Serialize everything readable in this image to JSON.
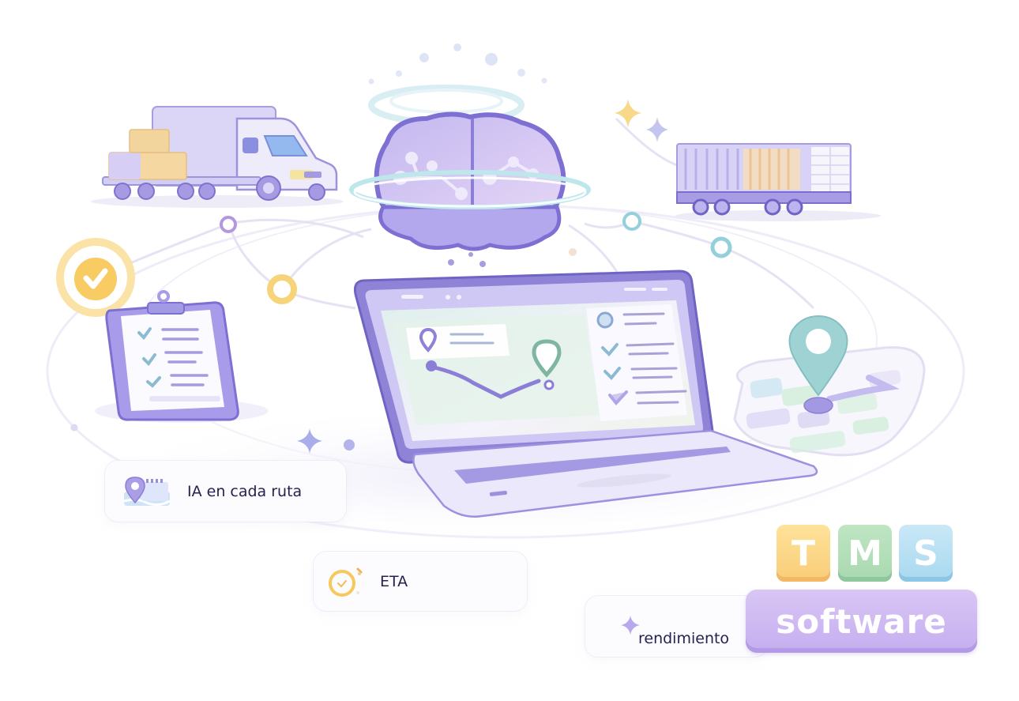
{
  "illustration": {
    "theme": "AI-powered transport management software",
    "palette": {
      "primary_purple": "#8b7fd6",
      "dark_purple": "#6f63c4",
      "light_purple": "#d9d3f5",
      "yellow": "#f6cd6a",
      "teal": "#8fcfd0",
      "green": "#bfe3c6",
      "blue": "#b4dcf0",
      "text_dark": "#24224e"
    },
    "elements": {
      "truck": "delivery-truck-with-boxes",
      "brain": "ai-brain-with-circuit",
      "train": "freight-container-railcar",
      "laptop": "laptop-with-route-dashboard",
      "clipboard": "checklist-clipboard",
      "map": "map-with-location-pin",
      "check_badge": "yellow-check-badge"
    }
  },
  "cards": {
    "route_ai": {
      "icon": "map-pin-calendar-icon",
      "label": "IA en cada ruta"
    },
    "eta": {
      "icon": "clock-check-icon",
      "label": "ETA"
    },
    "performance": {
      "icon": "sparkle-icon",
      "label": "rendimiento"
    }
  },
  "logo": {
    "letters": [
      "T",
      "M",
      "S"
    ],
    "word": "software"
  }
}
